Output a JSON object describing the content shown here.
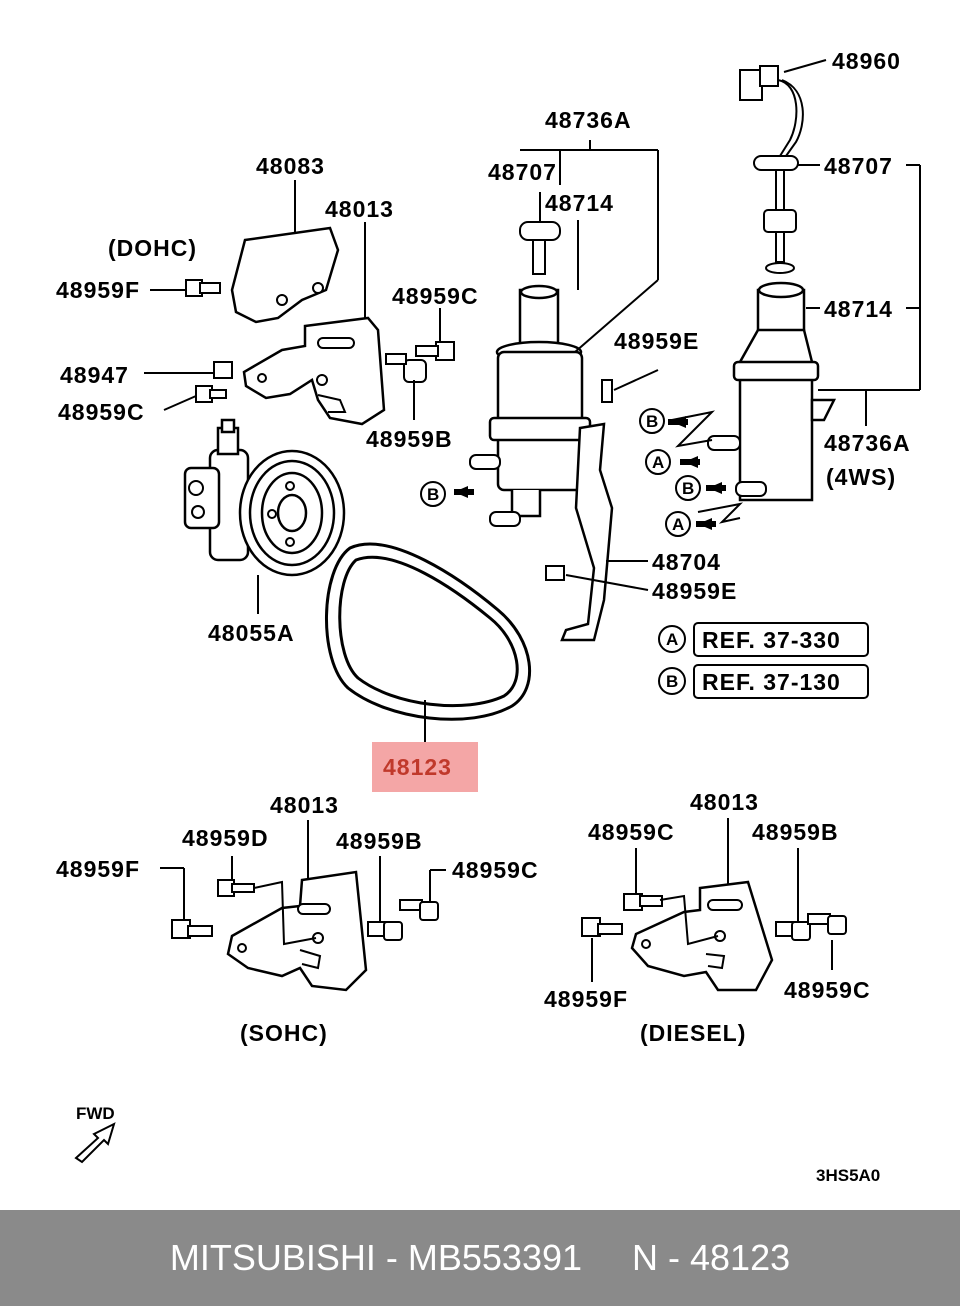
{
  "diagram": {
    "variants": {
      "dohc": "(DOHC)",
      "sohc": "(SOHC)",
      "diesel": "(DIESEL)",
      "four_ws": "(4WS)"
    },
    "parts": {
      "p48960": "48960",
      "p48736A_top": "48736A",
      "p48707_left": "48707",
      "p48707_right": "48707",
      "p48714_left": "48714",
      "p48714_right": "48714",
      "p48083": "48083",
      "p48013_top": "48013",
      "p48959F_top": "48959F",
      "p48959C_top": "48959C",
      "p48947": "48947",
      "p48959C_left": "48959C",
      "p48959B_top": "48959B",
      "p48959E_top": "48959E",
      "p48736A_right": "48736A",
      "p48704": "48704",
      "p48959E_mid": "48959E",
      "p48055A": "48055A",
      "p48123": "48123",
      "p48013_sohc": "48013",
      "p48959D": "48959D",
      "p48959B_sohc": "48959B",
      "p48959F_sohc": "48959F",
      "p48959C_sohc": "48959C",
      "p48013_diesel": "48013",
      "p48959C_diesel": "48959C",
      "p48959B_diesel": "48959B",
      "p48959F_diesel": "48959F",
      "p48959C_diesel2": "48959C"
    },
    "refs": {
      "a_letter": "A",
      "a_text": "REF. 37-330",
      "b_letter": "B",
      "b_text": "REF. 37-130"
    },
    "markers": {
      "b1": "B",
      "a1": "A",
      "b2": "B",
      "a2": "A",
      "b3": "B"
    },
    "fwd": "FWD",
    "drawing_code": "3HS5A0",
    "highlight_color": "#f4a6a6",
    "highlight_text_color": "#c0392b"
  },
  "footer": {
    "text": "MITSUBISHI - MB553391     N - 48123"
  }
}
